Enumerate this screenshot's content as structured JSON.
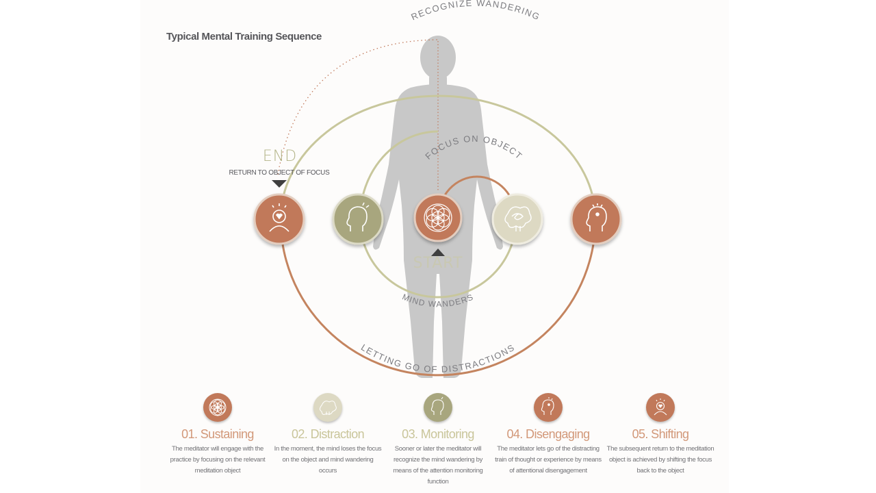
{
  "title": "Typical Mental Training Sequence",
  "diagram": {
    "outer_ring_top": "RECOGNIZE WANDERING",
    "outer_ring_bottom": "LETTING GO OF DISTRACTIONS",
    "inner_ring_top": "FOCUS ON OBJECT",
    "inner_ring_bottom": "MIND WANDERS",
    "end_label": "END",
    "end_sublabel": "RETURN TO OBJECT OF FOCUS",
    "start_label": "START"
  },
  "colors": {
    "terracotta": "#c1795a",
    "olive": "#a8a67e",
    "cream": "#ddd9c3",
    "ring_green": "#c8c79c",
    "ring_copper": "#c4845f",
    "figure": "#c8c8c8",
    "step_title_copper": "#d29879",
    "step_title_olive": "#c9c59a"
  },
  "nodes": [
    {
      "icon": "heart-head-icon",
      "color": "terracotta"
    },
    {
      "icon": "thinking-head-icon",
      "color": "olive"
    },
    {
      "icon": "flower-of-life-icon",
      "color": "terracotta"
    },
    {
      "icon": "tangled-thoughts-icon",
      "color": "cream"
    },
    {
      "icon": "aware-head-icon",
      "color": "terracotta"
    }
  ],
  "steps": [
    {
      "title": "01. Sustaining",
      "description": "The meditator will engage with the practice by focusing on the relevant meditation object",
      "icon": "flower-of-life-icon"
    },
    {
      "title": "02. Distraction",
      "description": "In the moment, the mind loses the focus on the object and mind wandering occurs",
      "icon": "tangled-thoughts-icon"
    },
    {
      "title": "03. Monitoring",
      "description": "Sooner or later the meditator will recognize the mind wandering by means of the attention monitoring function",
      "icon": "thinking-head-icon"
    },
    {
      "title": "04. Disengaging",
      "description": "The meditator lets go of the distracting train of thought or experience by means of attentional disengagement",
      "icon": "aware-head-icon"
    },
    {
      "title": "05. Shifting",
      "description": "The subsequent return to the meditation object is achieved by shifting the focus back to the object",
      "icon": "heart-head-icon"
    }
  ]
}
